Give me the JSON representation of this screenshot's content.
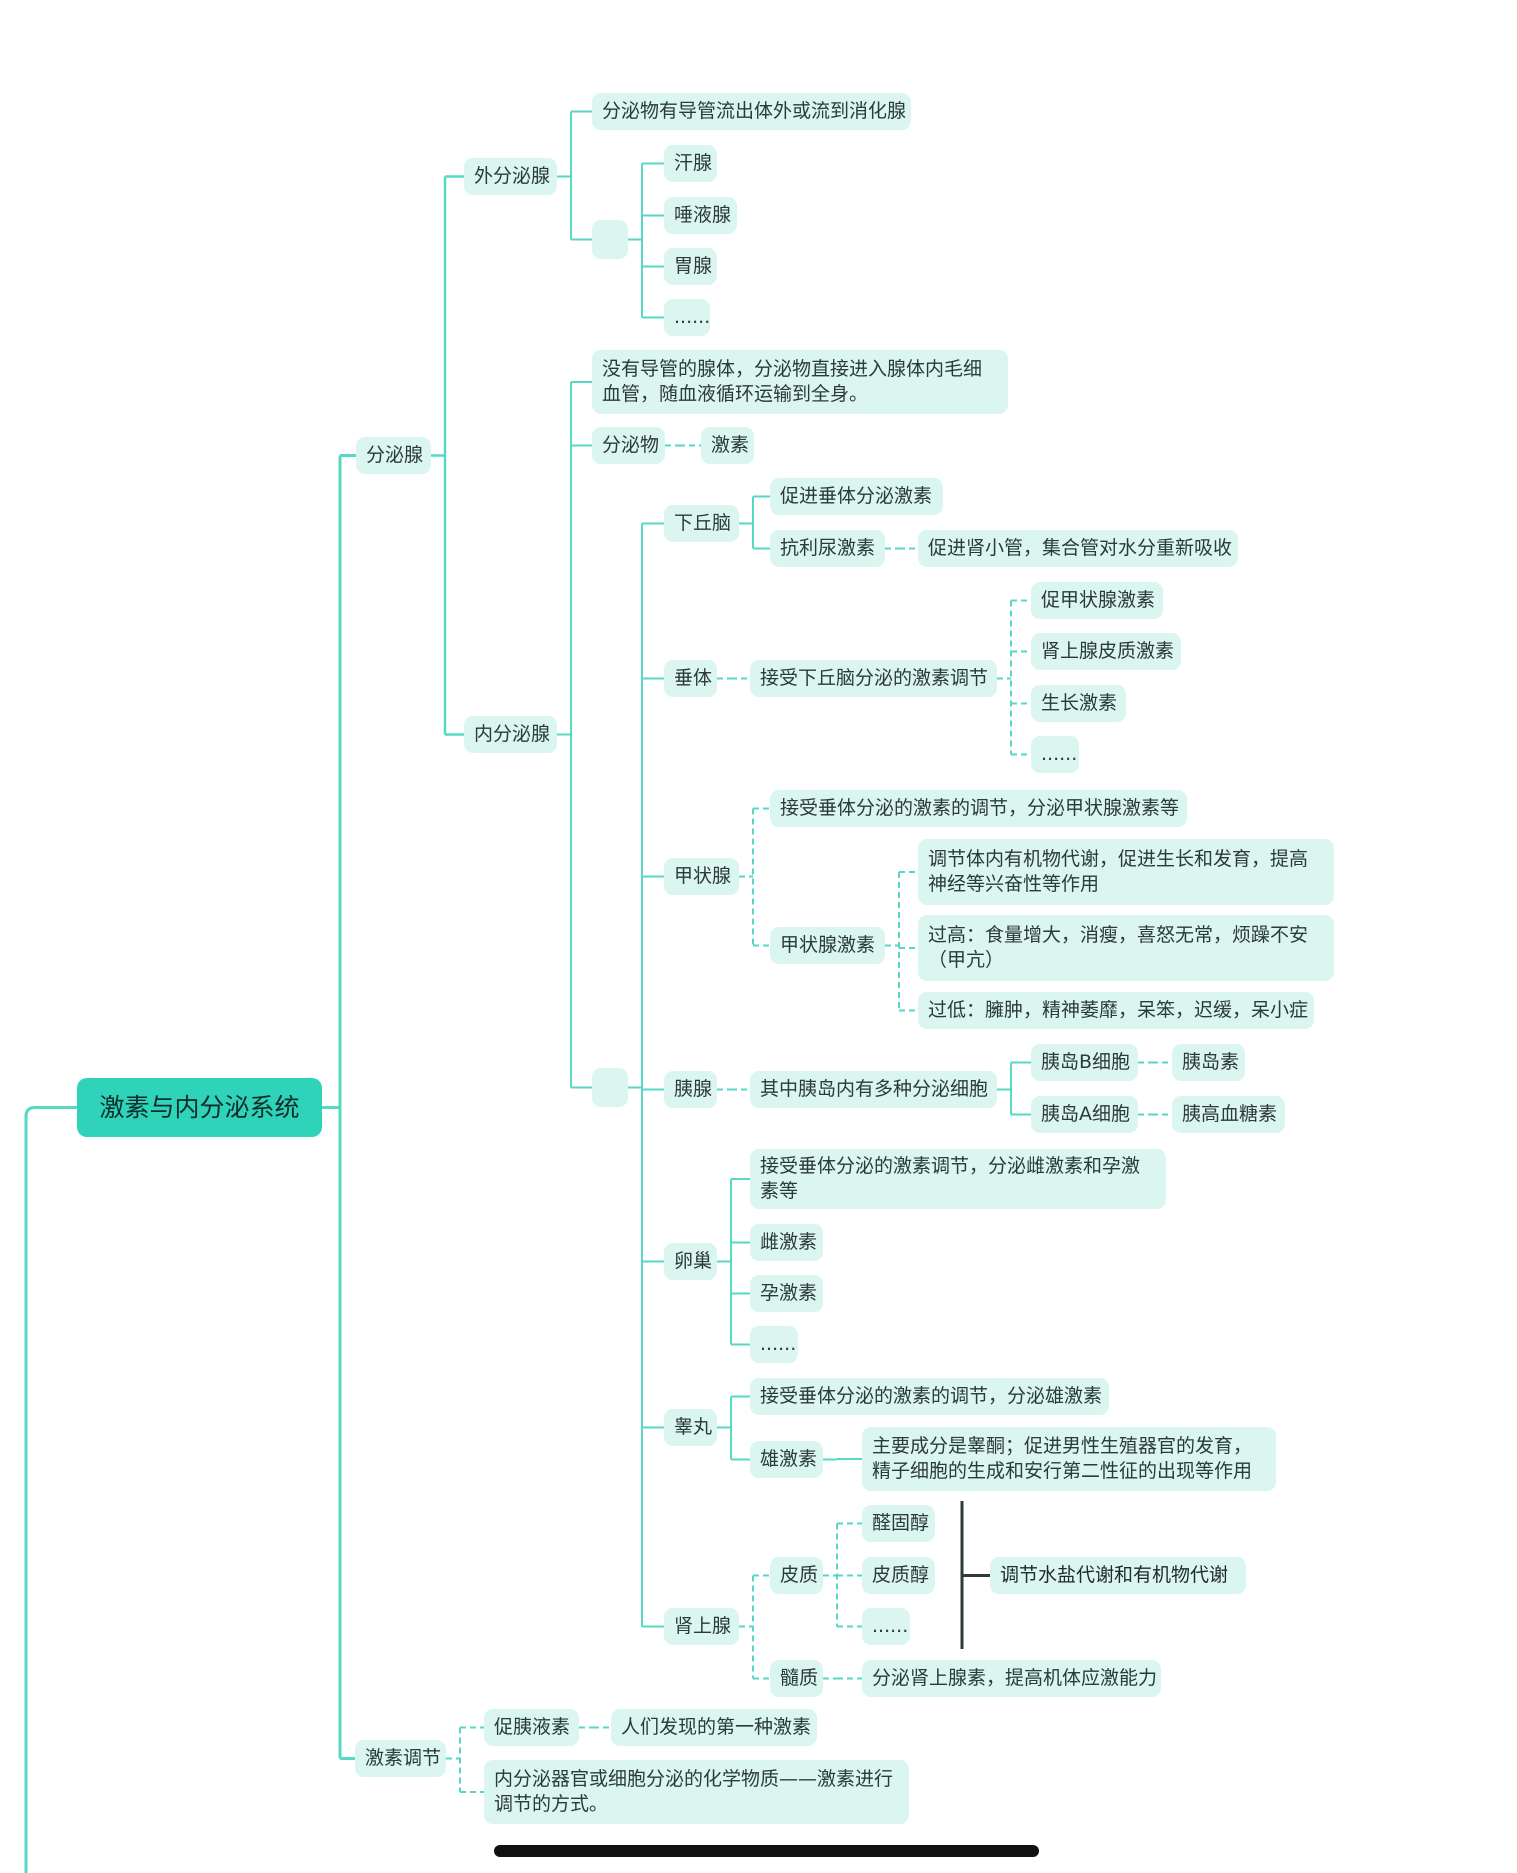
{
  "title": "激素与内分泌系统",
  "colors": {
    "line": "#57d8c4",
    "node_bg": "#dbf6f0",
    "root_bg": "#2ed3b9",
    "bracket": "#2e3b3a"
  },
  "nodes": {
    "fenmixian": "分泌腺",
    "waifenmixian": "外分泌腺",
    "wai_desc": "分泌物有导管流出体外或流到消化腺",
    "hanxian": "汗腺",
    "tuoyexian": "唾液腺",
    "weixian": "胃腺",
    "wai_more": "......",
    "neifenmixian": "内分泌腺",
    "nei_desc": "没有导管的腺体，分泌物直接进入腺体内毛细血管，随血液循环运输到全身。",
    "fenmiwu": "分泌物",
    "jisu": "激素",
    "xiaqiunao": "下丘脑",
    "cujin_chuiti": "促进垂体分泌激素",
    "kanglinao": "抗利尿激素",
    "kanglinao_desc": "促进肾小管，集合管对水分重新吸收",
    "chuiti": "垂体",
    "chuiti_desc": "接受下丘脑分泌的激素调节",
    "cujiazhuangxian": "促甲状腺激素",
    "shenshangxianpizhi": "肾上腺皮质激素",
    "shengzhang": "生长激素",
    "chuiti_more": "......",
    "jiazhuangxian": "甲状腺",
    "jzx_desc": "接受垂体分泌的激素的调节，分泌甲状腺激素等",
    "jzx_jisu": "甲状腺激素",
    "jzx_func": "调节体内有机物代谢，促进生长和发育，提高神经等兴奋性等作用",
    "jzx_high": "过高：食量增大，消瘦，喜怒无常，烦躁不安（甲亢）",
    "jzx_low": "过低：臃肿，精神萎靡，呆笨，迟缓，呆小症",
    "yixian": "胰腺",
    "yixian_desc": "其中胰岛内有多种分泌细胞",
    "yidao_b": "胰岛B细胞",
    "yidaosu": "胰岛素",
    "yidao_a": "胰岛A细胞",
    "yigaoxuetang": "胰高血糖素",
    "luanchao": "卵巢",
    "luanchao_desc": "接受垂体分泌的激素调节，分泌雌激素和孕激素等",
    "cijisu": "雌激素",
    "yunjisu": "孕激素",
    "luanchao_more": "......",
    "gaowan": "睾丸",
    "gaowan_desc": "接受垂体分泌的激素的调节，分泌雄激素",
    "xiongjisu": "雄激素",
    "xiongjisu_desc": "主要成分是睾酮；促进男性生殖器官的发育，精子细胞的生成和安行第二性征的出现等作用",
    "shenshangxian": "肾上腺",
    "pizhi": "皮质",
    "quantongchun": "醛固醇",
    "pizhichun": "皮质醇",
    "pizhi_more": "......",
    "pizhi_summary": "调节水盐代谢和有机物代谢",
    "suizhi": "髓质",
    "suizhi_desc": "分泌肾上腺素，提高机体应激能力",
    "jisutiaojie": "激素调节",
    "cuyiyesu": "促胰液素",
    "cuyiyesu_desc": "人们发现的第一种激素",
    "tiaojie_desc": "内分泌器官或细胞分泌的化学物质——激素进行调节的方式。"
  }
}
